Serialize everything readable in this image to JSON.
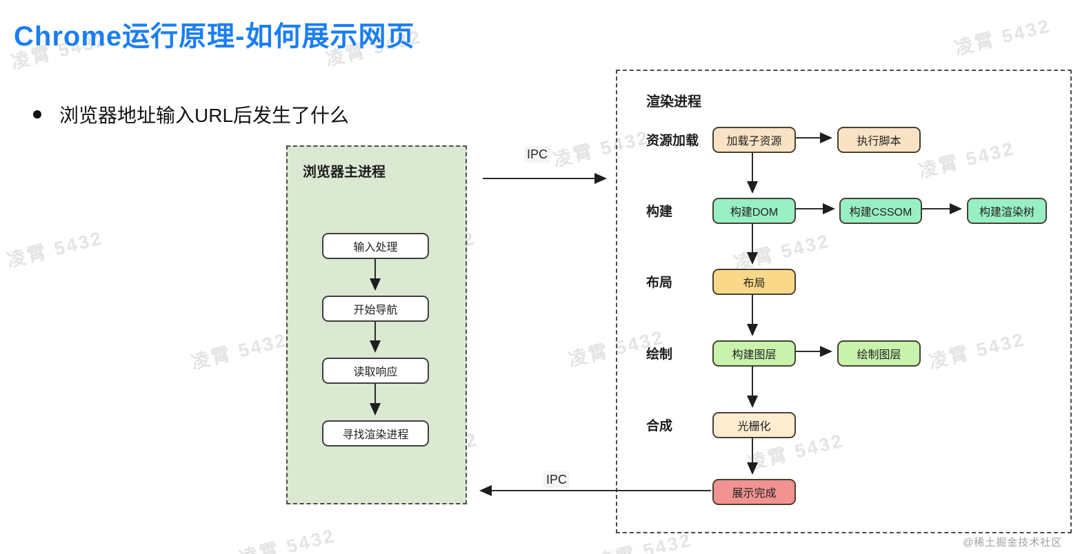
{
  "title": "Chrome运行原理-如何展示网页",
  "bullet": "浏览器地址输入URL后发生了什么",
  "watermark": {
    "text": "凌霄 5432"
  },
  "credit": "@稀土掘金技术社区",
  "ipc": {
    "top": "IPC",
    "bottom": "IPC"
  },
  "colors": {
    "title_blue": "#1b7ef2",
    "main_panel_green": "#dbe8d2",
    "peach": "#fae3c5",
    "mint": "#98efc4",
    "yellow": "#fbd889",
    "light_green": "#c9f2ad",
    "cream": "#fdeccf",
    "red": "#f19390",
    "step_white": "#ffffff"
  },
  "main_process": {
    "label": "浏览器主进程",
    "steps": [
      {
        "label": "输入处理"
      },
      {
        "label": "开始导航"
      },
      {
        "label": "读取响应"
      },
      {
        "label": "寻找渲染进程"
      }
    ]
  },
  "render_process": {
    "label": "渲染进程",
    "rows": [
      {
        "label": "资源加载",
        "boxes": [
          {
            "label": "加载子资源",
            "color": "#fae3c5"
          },
          {
            "label": "执行脚本",
            "color": "#fae3c5"
          }
        ]
      },
      {
        "label": "构建",
        "boxes": [
          {
            "label": "构建DOM",
            "color": "#98efc4"
          },
          {
            "label": "构建CSSOM",
            "color": "#98efc4"
          },
          {
            "label": "构建渲染树",
            "color": "#98efc4"
          }
        ]
      },
      {
        "label": "布局",
        "boxes": [
          {
            "label": "布局",
            "color": "#fbd889"
          }
        ]
      },
      {
        "label": "绘制",
        "boxes": [
          {
            "label": "构建图层",
            "color": "#c9f2ad"
          },
          {
            "label": "绘制图层",
            "color": "#c9f2ad"
          }
        ]
      },
      {
        "label": "合成",
        "boxes": [
          {
            "label": "光栅化",
            "color": "#fdeccf"
          }
        ]
      }
    ],
    "final": {
      "label": "展示完成",
      "color": "#f19390"
    }
  }
}
